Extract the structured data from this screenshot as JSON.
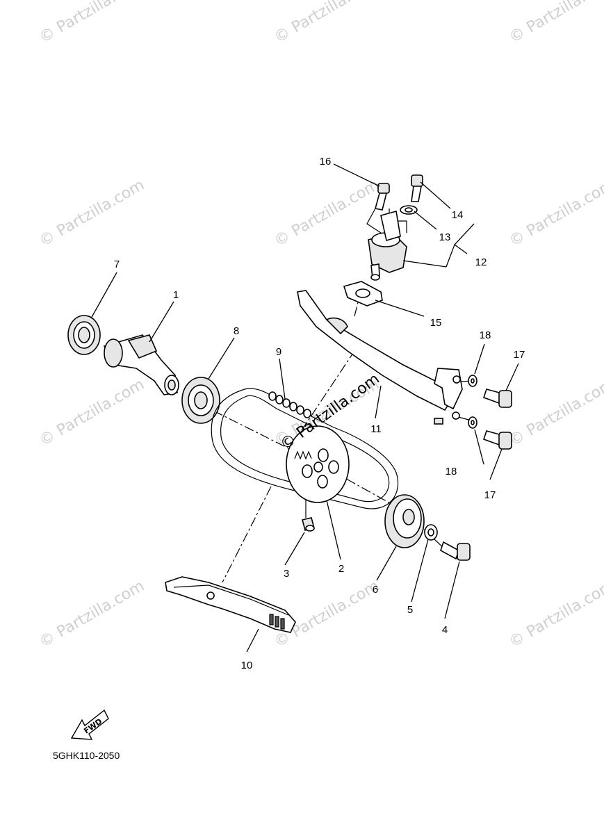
{
  "watermark": {
    "text": "© Partzilla.com",
    "center_text": "© Partzilla.com"
  },
  "diagram_code": "5GHK110-2050",
  "fwd_label": "FWD",
  "callouts": {
    "c1": "1",
    "c2": "2",
    "c3": "3",
    "c4": "4",
    "c5": "5",
    "c6": "6",
    "c7": "7",
    "c8": "8",
    "c9": "9",
    "c10": "10",
    "c11": "11",
    "c12": "12",
    "c13": "13",
    "c14": "14",
    "c15": "15",
    "c16": "16",
    "c17a": "17",
    "c17b": "17",
    "c18a": "18",
    "c18b": "18"
  }
}
